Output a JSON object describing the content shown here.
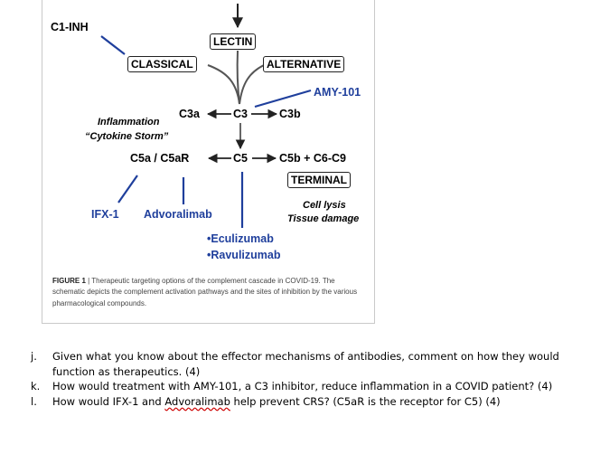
{
  "diagram": {
    "labels": {
      "c1_inh": "C1-INH",
      "lectin": "LECTIN",
      "classical": "CLASSICAL",
      "alternative": "ALTERNATIVE",
      "amy101": "AMY-101",
      "c3a": "C3a",
      "c3": "C3",
      "c3b": "C3b",
      "inflammation": "Inflammation",
      "cytokine_storm": "“Cytokine Storm”",
      "c5a_c5ar": "C5a / C5aR",
      "c5": "C5",
      "c5b_c6c9": "C5b + C6-C9",
      "terminal": "TERMINAL",
      "ifx1": "IFX-1",
      "advoralimab": "Advoralimab",
      "cell_lysis": "Cell lysis",
      "tissue_damage": "Tissue damage",
      "eculizumab": "•Eculizumab",
      "ravulizumab": "•Ravulizumab"
    },
    "colors": {
      "blue_text": "#1f3f9c",
      "dark_line": "#222222",
      "blue_line": "#1f3f9c"
    }
  },
  "caption": {
    "label": "FIGURE 1",
    "sep": " | ",
    "text": "Therapeutic targeting options of the complement cascade in COVID-19. The schematic depicts the complement activation pathways and the sites of inhibition by the various pharmacological compounds."
  },
  "questions": [
    {
      "mark": "j.",
      "text": "Given what you know about the effector mechanisms of antibodies, comment on how they would function as therapeutics. (4)"
    },
    {
      "mark": "k.",
      "text": "How would treatment with AMY-101, a C3 inhibitor, reduce inflammation in a COVID patient? (4)"
    },
    {
      "mark": "l.",
      "text_before": "How would IFX-1 and ",
      "text_wavy": "Advoralimab",
      "text_after": " help prevent CRS? (C5aR is the receptor for C5) (4)"
    }
  ]
}
